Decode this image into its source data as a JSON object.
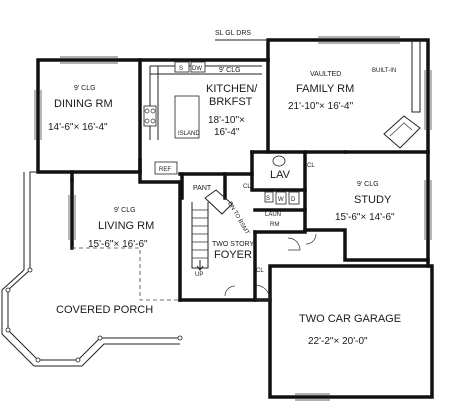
{
  "rooms": {
    "dining": {
      "name": "DINING RM",
      "ceiling": "9' CLG",
      "dims": "14'-6\"× 16'-4\""
    },
    "kitchen": {
      "name_line1": "KITCHEN/",
      "name_line2": "BRKFST",
      "ceiling": "9' CLG",
      "dims_line1": "18'-10\"×",
      "dims_line2": "16'-4\""
    },
    "family": {
      "name": "FAMILY RM",
      "ceiling": "VAULTED",
      "dims": "21'-10\"× 16'-4\""
    },
    "living": {
      "name": "LIVING RM",
      "ceiling": "9' CLG",
      "dims": "15'-6\"× 16'-6\""
    },
    "study": {
      "name": "STUDY",
      "ceiling": "9' CLG",
      "dims": "15'-6\"× 14'-6\""
    },
    "garage": {
      "name": "TWO CAR GARAGE",
      "dims": "22'-2\"× 20'-0\""
    },
    "foyer": {
      "name_line1": "TWO STORY",
      "name_line2": "FOYER"
    },
    "porch": {
      "name": "COVERED PORCH"
    },
    "lav": {
      "name": "LAV"
    },
    "laundry": {
      "name_line1": "LAUN",
      "name_line2": "RM"
    },
    "pantry": {
      "name": "PANT"
    }
  },
  "labels": {
    "sliding_doors": "SL GL DRS",
    "built_in": "BUILT-IN",
    "island": "ISLAND",
    "refrigerator": "REF",
    "stair_down": "DN TO BSMT",
    "stair_up": "UP",
    "sink": "S",
    "dishwasher": "DW",
    "closet": "CL",
    "washer": "W",
    "dryer": "D"
  }
}
